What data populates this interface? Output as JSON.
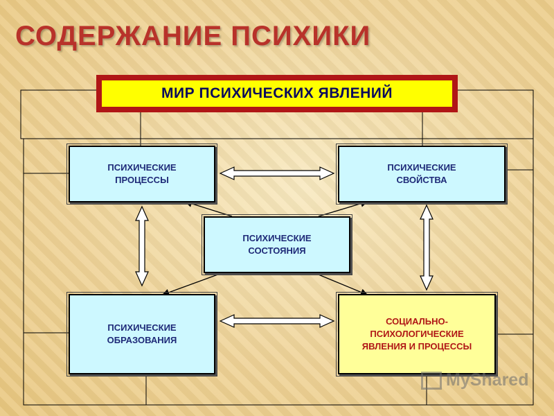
{
  "slide": {
    "title": "СОДЕРЖАНИЕ  ПСИХИКИ",
    "colors": {
      "title": "#b8322a",
      "box_fill": "#cdf8ff",
      "box_text": "#1e2a78",
      "highlight_fill": "#ffff00",
      "highlight_border": "#b01616",
      "social_fill": "#ffff99"
    }
  },
  "diagram": {
    "top_node": {
      "label": "МИР  ПСИХИЧЕСКИХ  ЯВЛЕНИЙ"
    },
    "nodes": {
      "processes": [
        "ПСИХИЧЕСКИЕ",
        "ПРОЦЕССЫ"
      ],
      "properties": [
        "ПСИХИЧЕСКИЕ",
        "СВОЙСТВА"
      ],
      "states": [
        "ПСИХИЧЕСКИЕ",
        "СОСТОЯНИЯ"
      ],
      "formations": [
        "ПСИХИЧЕСКИЕ",
        "ОБРАЗОВАНИЯ"
      ],
      "social": [
        "СОЦИАЛЬНО-",
        "ПСИХОЛОГИЧЕСКИЕ",
        "ЯВЛЕНИЯ И ПРОЦЕССЫ"
      ]
    },
    "edges": [
      {
        "from": "processes",
        "to": "properties",
        "type": "double-arrow"
      },
      {
        "from": "formations",
        "to": "social",
        "type": "double-arrow"
      },
      {
        "from": "processes",
        "to": "formations",
        "type": "double-arrow"
      },
      {
        "from": "properties",
        "to": "social",
        "type": "double-arrow"
      },
      {
        "from": "states",
        "to": "processes",
        "type": "arrow"
      },
      {
        "from": "states",
        "to": "properties",
        "type": "arrow"
      },
      {
        "from": "states",
        "to": "formations",
        "type": "arrow"
      },
      {
        "from": "states",
        "to": "social",
        "type": "arrow"
      }
    ]
  },
  "watermark": {
    "text": "MyShared",
    "icon": "projector-icon"
  }
}
